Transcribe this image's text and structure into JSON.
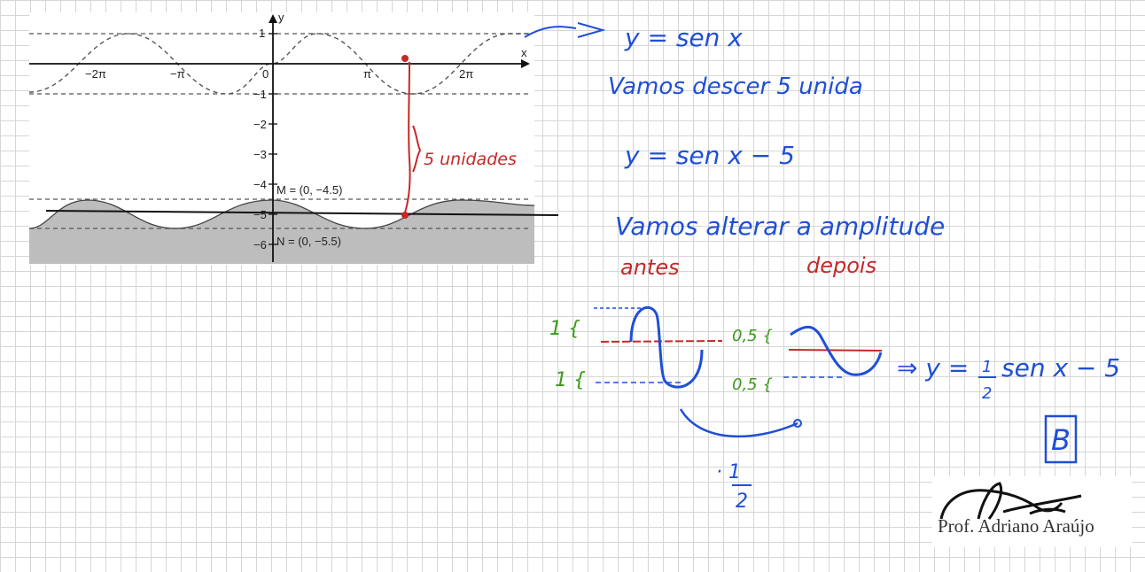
{
  "graph": {
    "axis_x": "x",
    "axis_y": "y",
    "x_ticks": [
      "−2π",
      "−π",
      "0",
      "π",
      "2π"
    ],
    "y_ticks": [
      "1",
      "−1",
      "−2",
      "−3",
      "−4",
      "−5",
      "−6"
    ],
    "point_m": "M = (0, −4.5)",
    "point_n": "N = (0, −5.5)"
  },
  "notes": {
    "shift_label": "5 unidades",
    "eq1": "y = sen x",
    "line2": "Vamos descer 5 unida",
    "eq2": "y = sen x − 5",
    "line4": "Vamos alterar a amplitude",
    "antes": "antes",
    "depois": "depois",
    "amp_top_before": "1 {",
    "amp_bot_before": "1 {",
    "amp_top_after": "0,5 {",
    "amp_bot_after": "0,5 {",
    "factor_num": "· 1",
    "factor_den": "2",
    "final_eq_a": "⇒ y =",
    "final_frac_num": "1",
    "final_frac_den": "2",
    "final_eq_b": "sen x − 5",
    "answer": "B"
  },
  "signature": {
    "name": "Prof. Adriano Araújo"
  },
  "colors": {
    "blue": "#1f4fd6",
    "red": "#c62828",
    "green": "#3c9a1a",
    "shade": "#bdbdbd"
  }
}
